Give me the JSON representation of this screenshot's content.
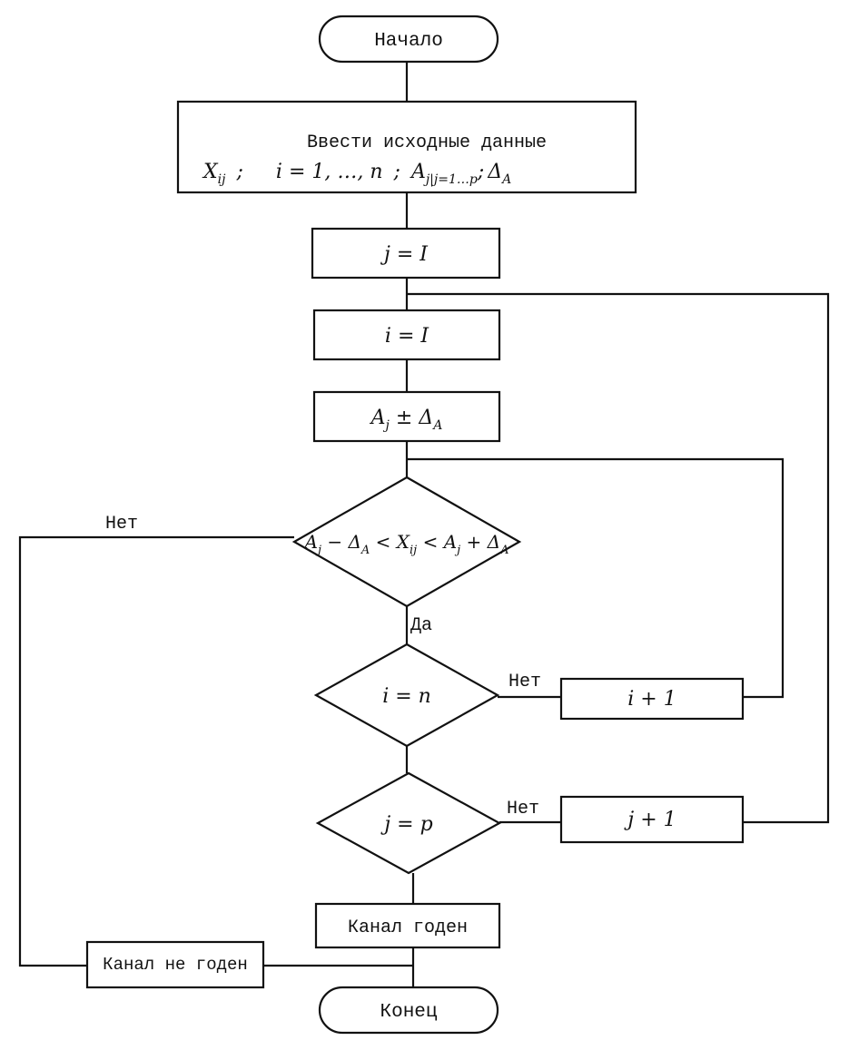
{
  "nodes": {
    "start": "Начало",
    "input_title": "Ввести исходные данные",
    "input_params": {
      "x": "X",
      "x_sub": "ij",
      "sep1": ";",
      "i_range": "i = 1, …, n",
      "sep2": ";",
      "a": "A",
      "a_sub": "j|j=1…p",
      "sep3": ";",
      "delta": "Δ",
      "delta_sub": "A"
    },
    "set_j": "j = I",
    "set_i": "i = I",
    "range_calc": {
      "a": "A",
      "a_sub": "j",
      "op": " ± Δ",
      "d_sub": "A"
    },
    "check_range": {
      "a1": "A",
      "a1_sub": "j",
      "m1": " − Δ",
      "d1_sub": "A",
      "lt1": " < X",
      "x_sub": "ij",
      "lt2": " < A",
      "a2_sub": "j",
      "p2": " + Δ",
      "d2_sub": "A"
    },
    "check_i": "i = n",
    "inc_i": "i + 1",
    "check_j": "j = p",
    "inc_j": "j + 1",
    "channel_ok": "Канал годен",
    "channel_bad": "Канал не годен",
    "end": "Конец"
  },
  "edge_labels": {
    "range_no": "Нет",
    "range_yes": "Да",
    "i_no": "Нет",
    "j_no": "Нет"
  }
}
